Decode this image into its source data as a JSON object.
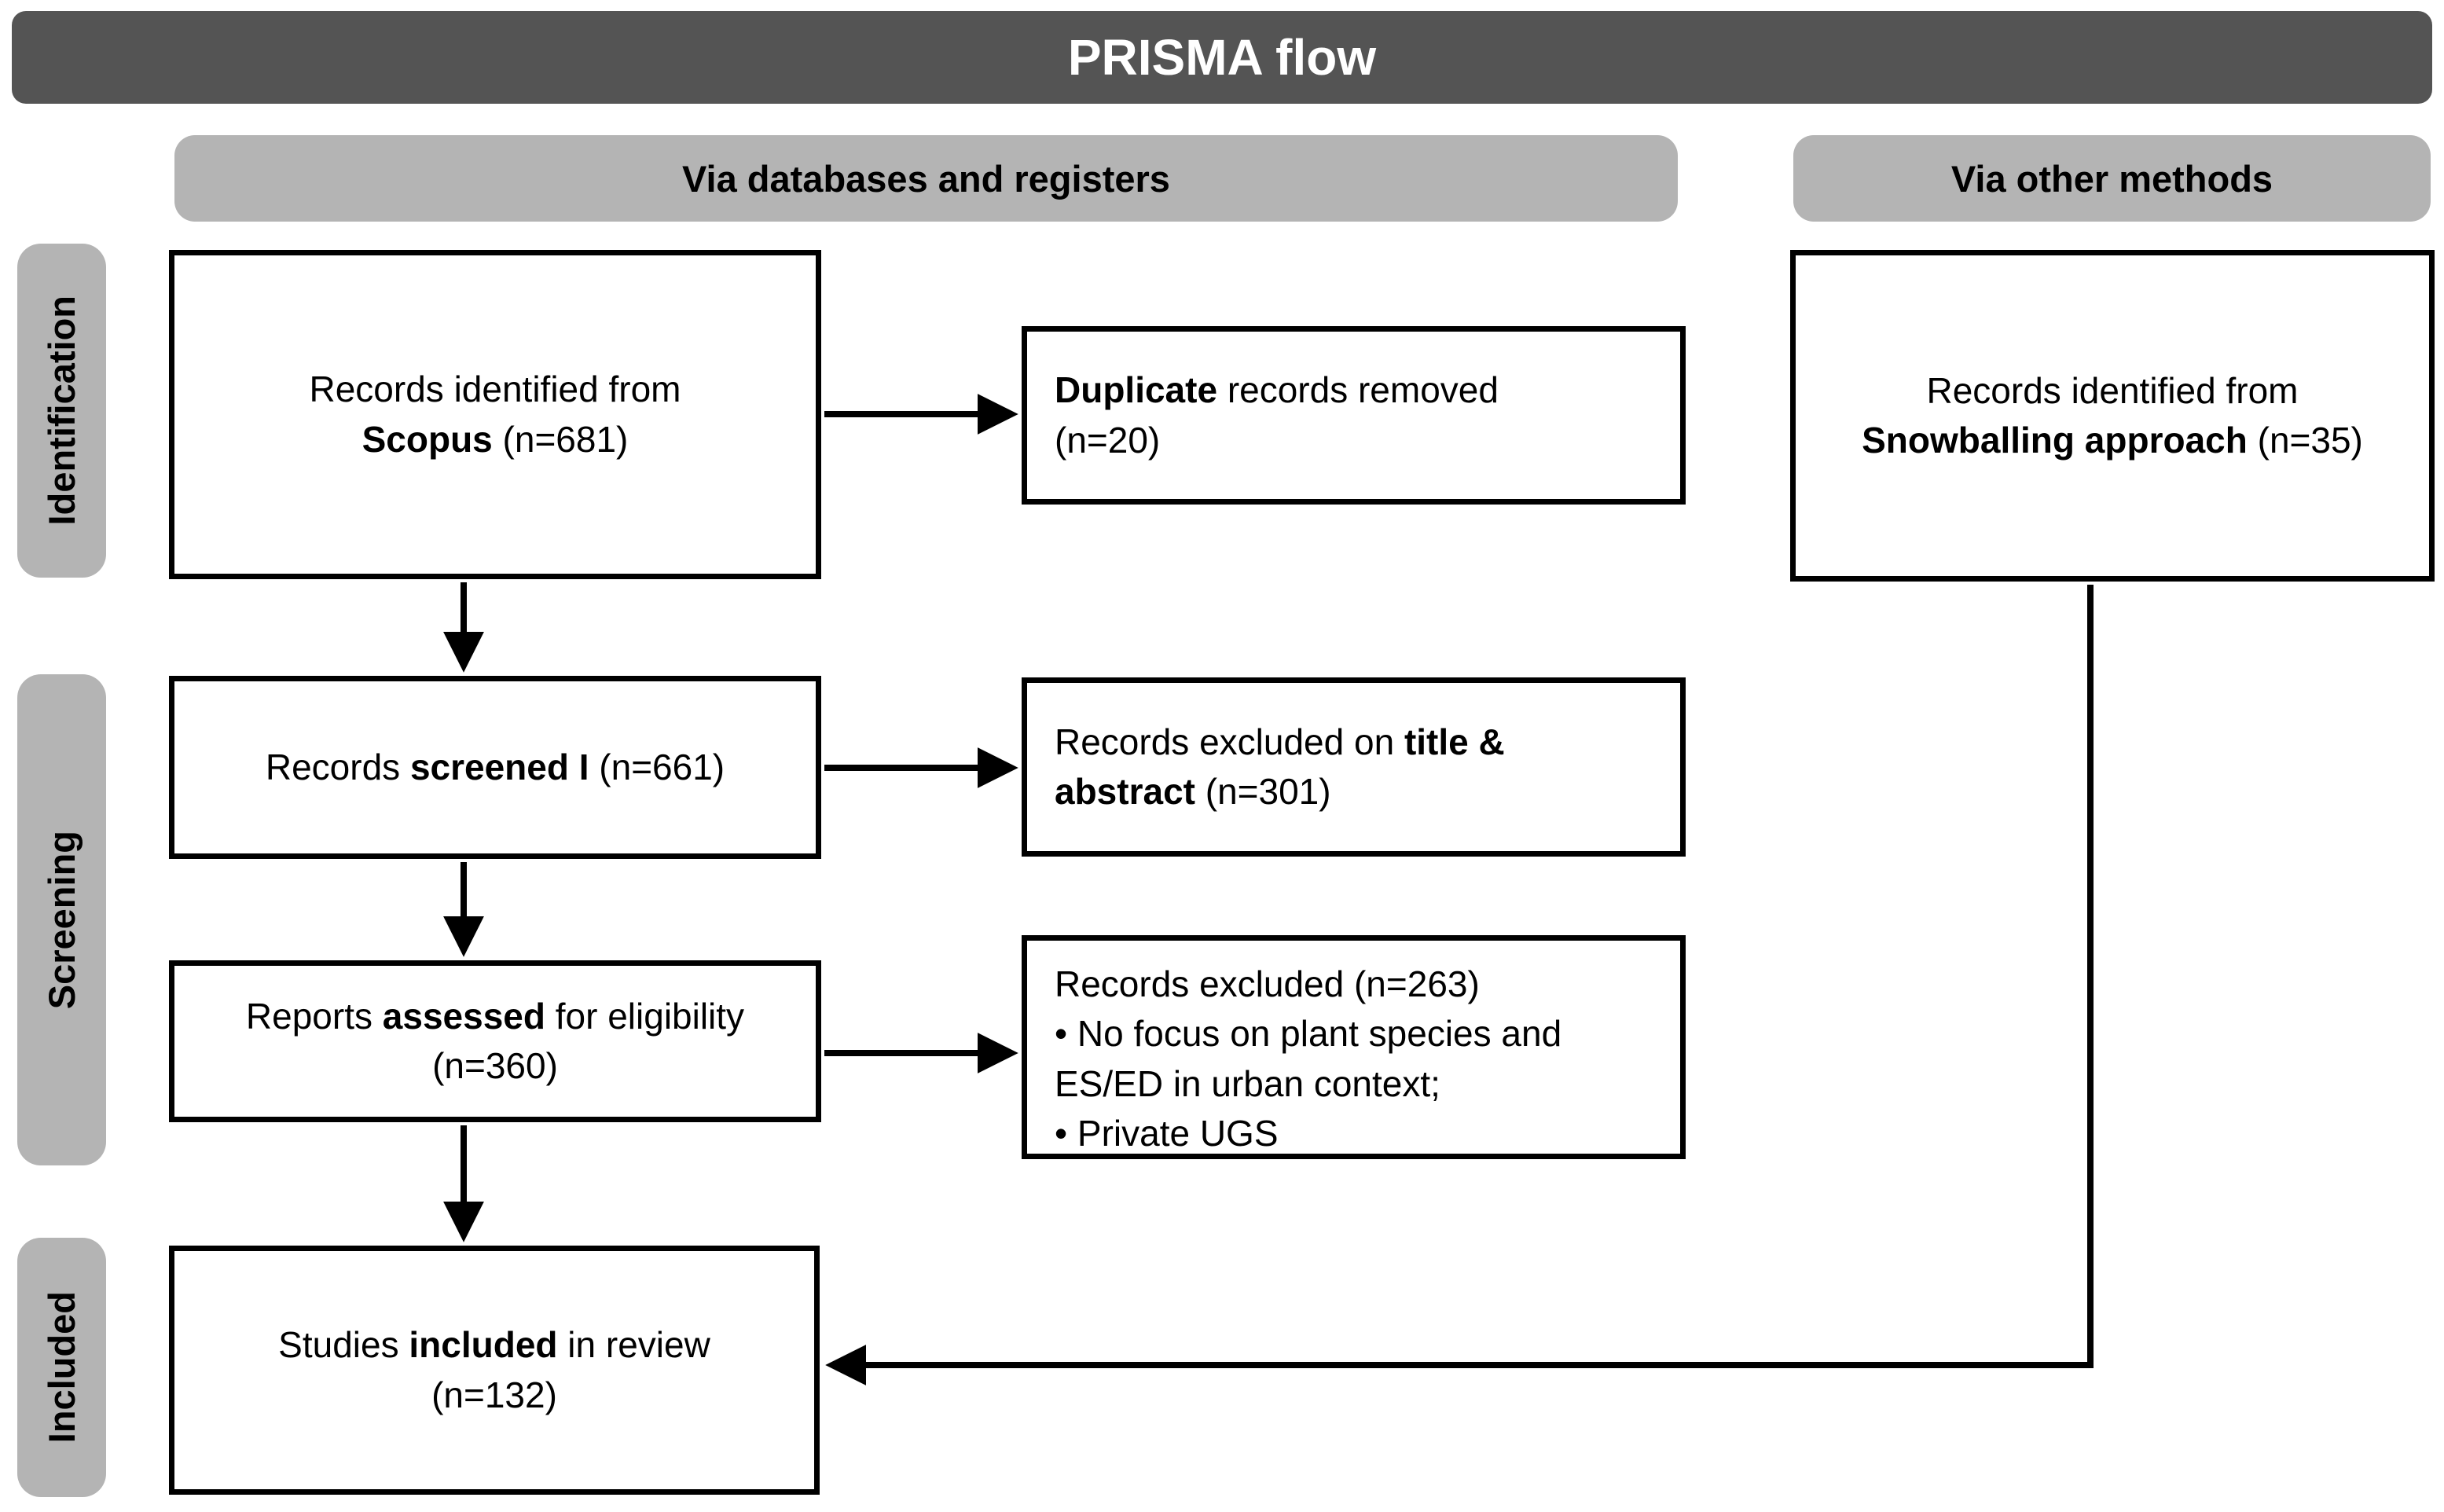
{
  "title": "PRISMA flow",
  "colors": {
    "title_bar_bg": "#545454",
    "title_text": "#ffffff",
    "header_bg": "#b4b4b4",
    "stage_bg": "#b4b4b4",
    "ink": "#000000",
    "box_bg": "#ffffff"
  },
  "column_headers": {
    "databases": "Via databases and registers",
    "other_methods": "Via other methods"
  },
  "stages": {
    "identification": "Identification",
    "screening": "Screening",
    "included": "Included"
  },
  "boxes": {
    "scopus": {
      "line1": "Records identified from",
      "line2_bold": "Scopus",
      "line2_rest": " (n=681)"
    },
    "duplicates": {
      "line1_bold": "Duplicate",
      "line1_rest": " records removed",
      "line2": "(n=20)"
    },
    "snowballing": {
      "line1": "Records identified from",
      "line2_bold": "Snowballing approach",
      "line2_rest": " (n=35)"
    },
    "screened": {
      "pre": "Records ",
      "bold": "screened I",
      "rest": " (n=661)"
    },
    "excluded_title_abstract": {
      "line1_pre": "Records excluded on ",
      "line1_bold": "title &",
      "line2_bold": "abstract",
      "line2_rest": " (n=301)"
    },
    "assessed": {
      "line1_pre": "Reports ",
      "line1_bold": "assessed",
      "line1_rest": " for eligibility",
      "line2": "(n=360)"
    },
    "excluded_fulltext": {
      "line1": "Records excluded (n=263)",
      "bullets": [
        "• No focus on plant species and ES/ED in urban context;",
        "• Private UGS"
      ]
    },
    "included": {
      "line1_pre": "Studies ",
      "line1_bold": "included",
      "line1_rest": " in review",
      "line2": "(n=132)"
    }
  }
}
